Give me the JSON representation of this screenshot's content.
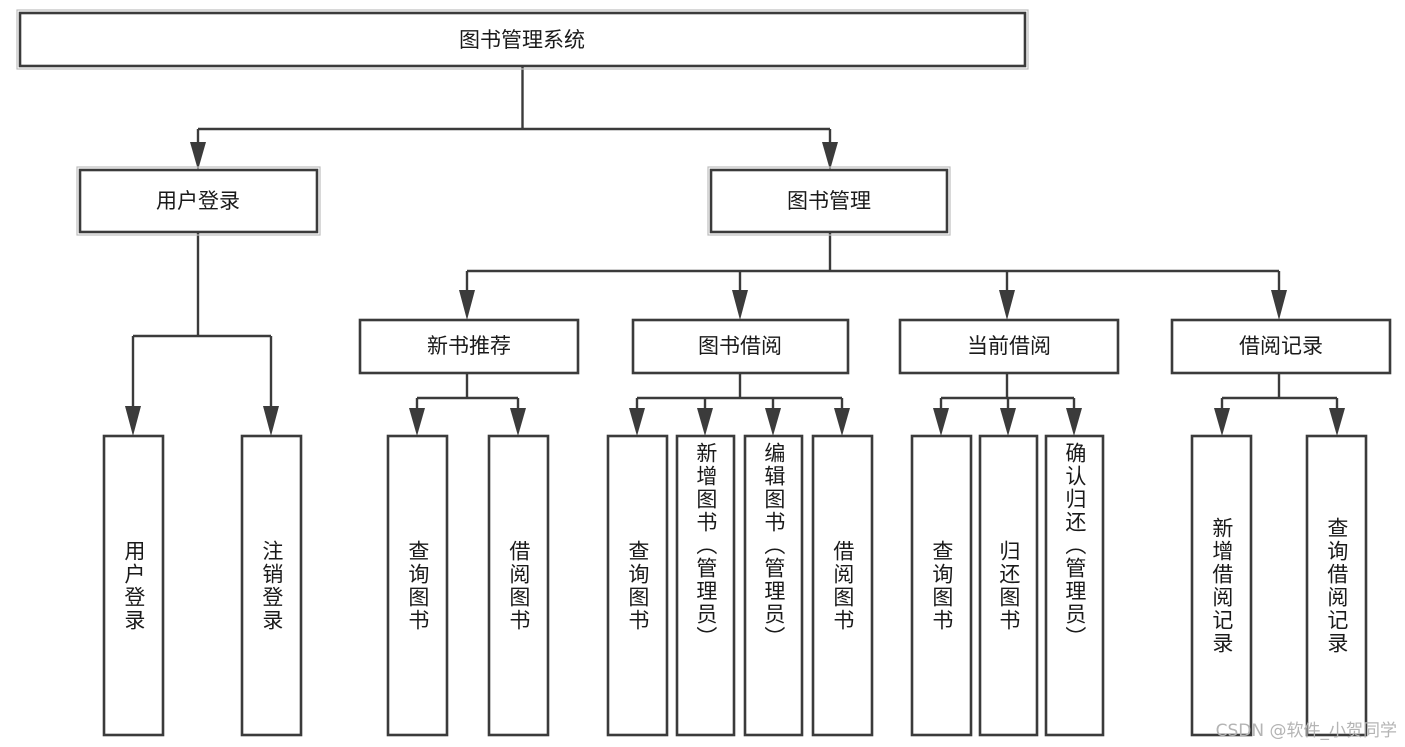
{
  "diagram": {
    "title": "图书管理系统",
    "type": "tree-hierarchy",
    "root": {
      "id": "root",
      "label": "图书管理系统"
    },
    "level2": [
      {
        "id": "user-login",
        "label": "用户登录"
      },
      {
        "id": "book-manage",
        "label": "图书管理"
      }
    ],
    "level3": [
      {
        "id": "new-book-recommend",
        "label": "新书推荐",
        "parent": "book-manage"
      },
      {
        "id": "book-borrow",
        "label": "图书借阅",
        "parent": "book-manage"
      },
      {
        "id": "current-borrow",
        "label": "当前借阅",
        "parent": "book-manage"
      },
      {
        "id": "borrow-record",
        "label": "借阅记录",
        "parent": "book-manage"
      }
    ],
    "leaves": [
      {
        "id": "leaf-user-login",
        "label": "用户登录",
        "parent": "user-login"
      },
      {
        "id": "leaf-user-logout",
        "label": "注销登录",
        "parent": "user-login"
      },
      {
        "id": "leaf-query-book-1",
        "label": "查询图书",
        "parent": "new-book-recommend"
      },
      {
        "id": "leaf-borrow-book-1",
        "label": "借阅图书",
        "parent": "new-book-recommend"
      },
      {
        "id": "leaf-query-book-2",
        "label": "查询图书",
        "parent": "book-borrow"
      },
      {
        "id": "leaf-add-book",
        "label": "新增图书（管理员）",
        "parent": "book-borrow"
      },
      {
        "id": "leaf-edit-book",
        "label": "编辑图书（管理员）",
        "parent": "book-borrow"
      },
      {
        "id": "leaf-borrow-book-2",
        "label": "借阅图书",
        "parent": "book-borrow"
      },
      {
        "id": "leaf-query-book-3",
        "label": "查询图书",
        "parent": "current-borrow"
      },
      {
        "id": "leaf-return-book",
        "label": "归还图书",
        "parent": "current-borrow"
      },
      {
        "id": "leaf-confirm-return",
        "label": "确认归还（管理员）",
        "parent": "current-borrow"
      },
      {
        "id": "leaf-add-record",
        "label": "新增借阅记录",
        "parent": "borrow-record"
      },
      {
        "id": "leaf-query-record",
        "label": "查询借阅记录",
        "parent": "borrow-record"
      }
    ]
  },
  "watermark": {
    "text": "CSDN @软件_小贺同学"
  },
  "colors": {
    "background": "#ffffff",
    "box_fill": "#ffffff",
    "box_stroke": "#3b3b3b",
    "text": "#1a1a1a",
    "watermark": "#b4b4b4"
  }
}
